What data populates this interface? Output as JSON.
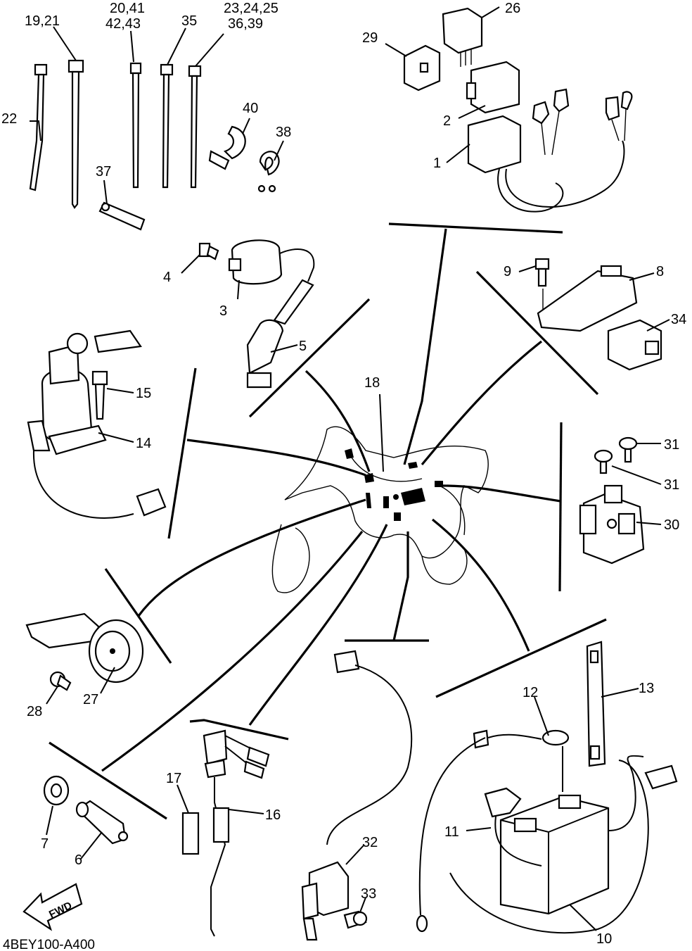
{
  "diagram": {
    "drawing_code": "4BEY100-A400",
    "direction_marker": "FWD",
    "callouts": {
      "c1": "1",
      "c2": "2",
      "c3": "3",
      "c4": "4",
      "c5": "5",
      "c6": "6",
      "c7": "7",
      "c8": "8",
      "c9": "9",
      "c10": "10",
      "c11": "11",
      "c12": "12",
      "c13": "13",
      "c14": "14",
      "c15": "15",
      "c16": "16",
      "c17": "17",
      "c18": "18",
      "c19_21": "19,21",
      "c20_line1": "20,41",
      "c20_line2": "42,43",
      "c22": "22",
      "c23_line1": "23,24,25",
      "c23_line2": "36,39",
      "c26": "26",
      "c27": "27",
      "c28": "28",
      "c29": "29",
      "c30": "30",
      "c31a": "31",
      "c31b": "31",
      "c32": "32",
      "c33": "33",
      "c34": "34",
      "c35": "35",
      "c37": "37",
      "c38": "38",
      "c40": "40"
    }
  }
}
